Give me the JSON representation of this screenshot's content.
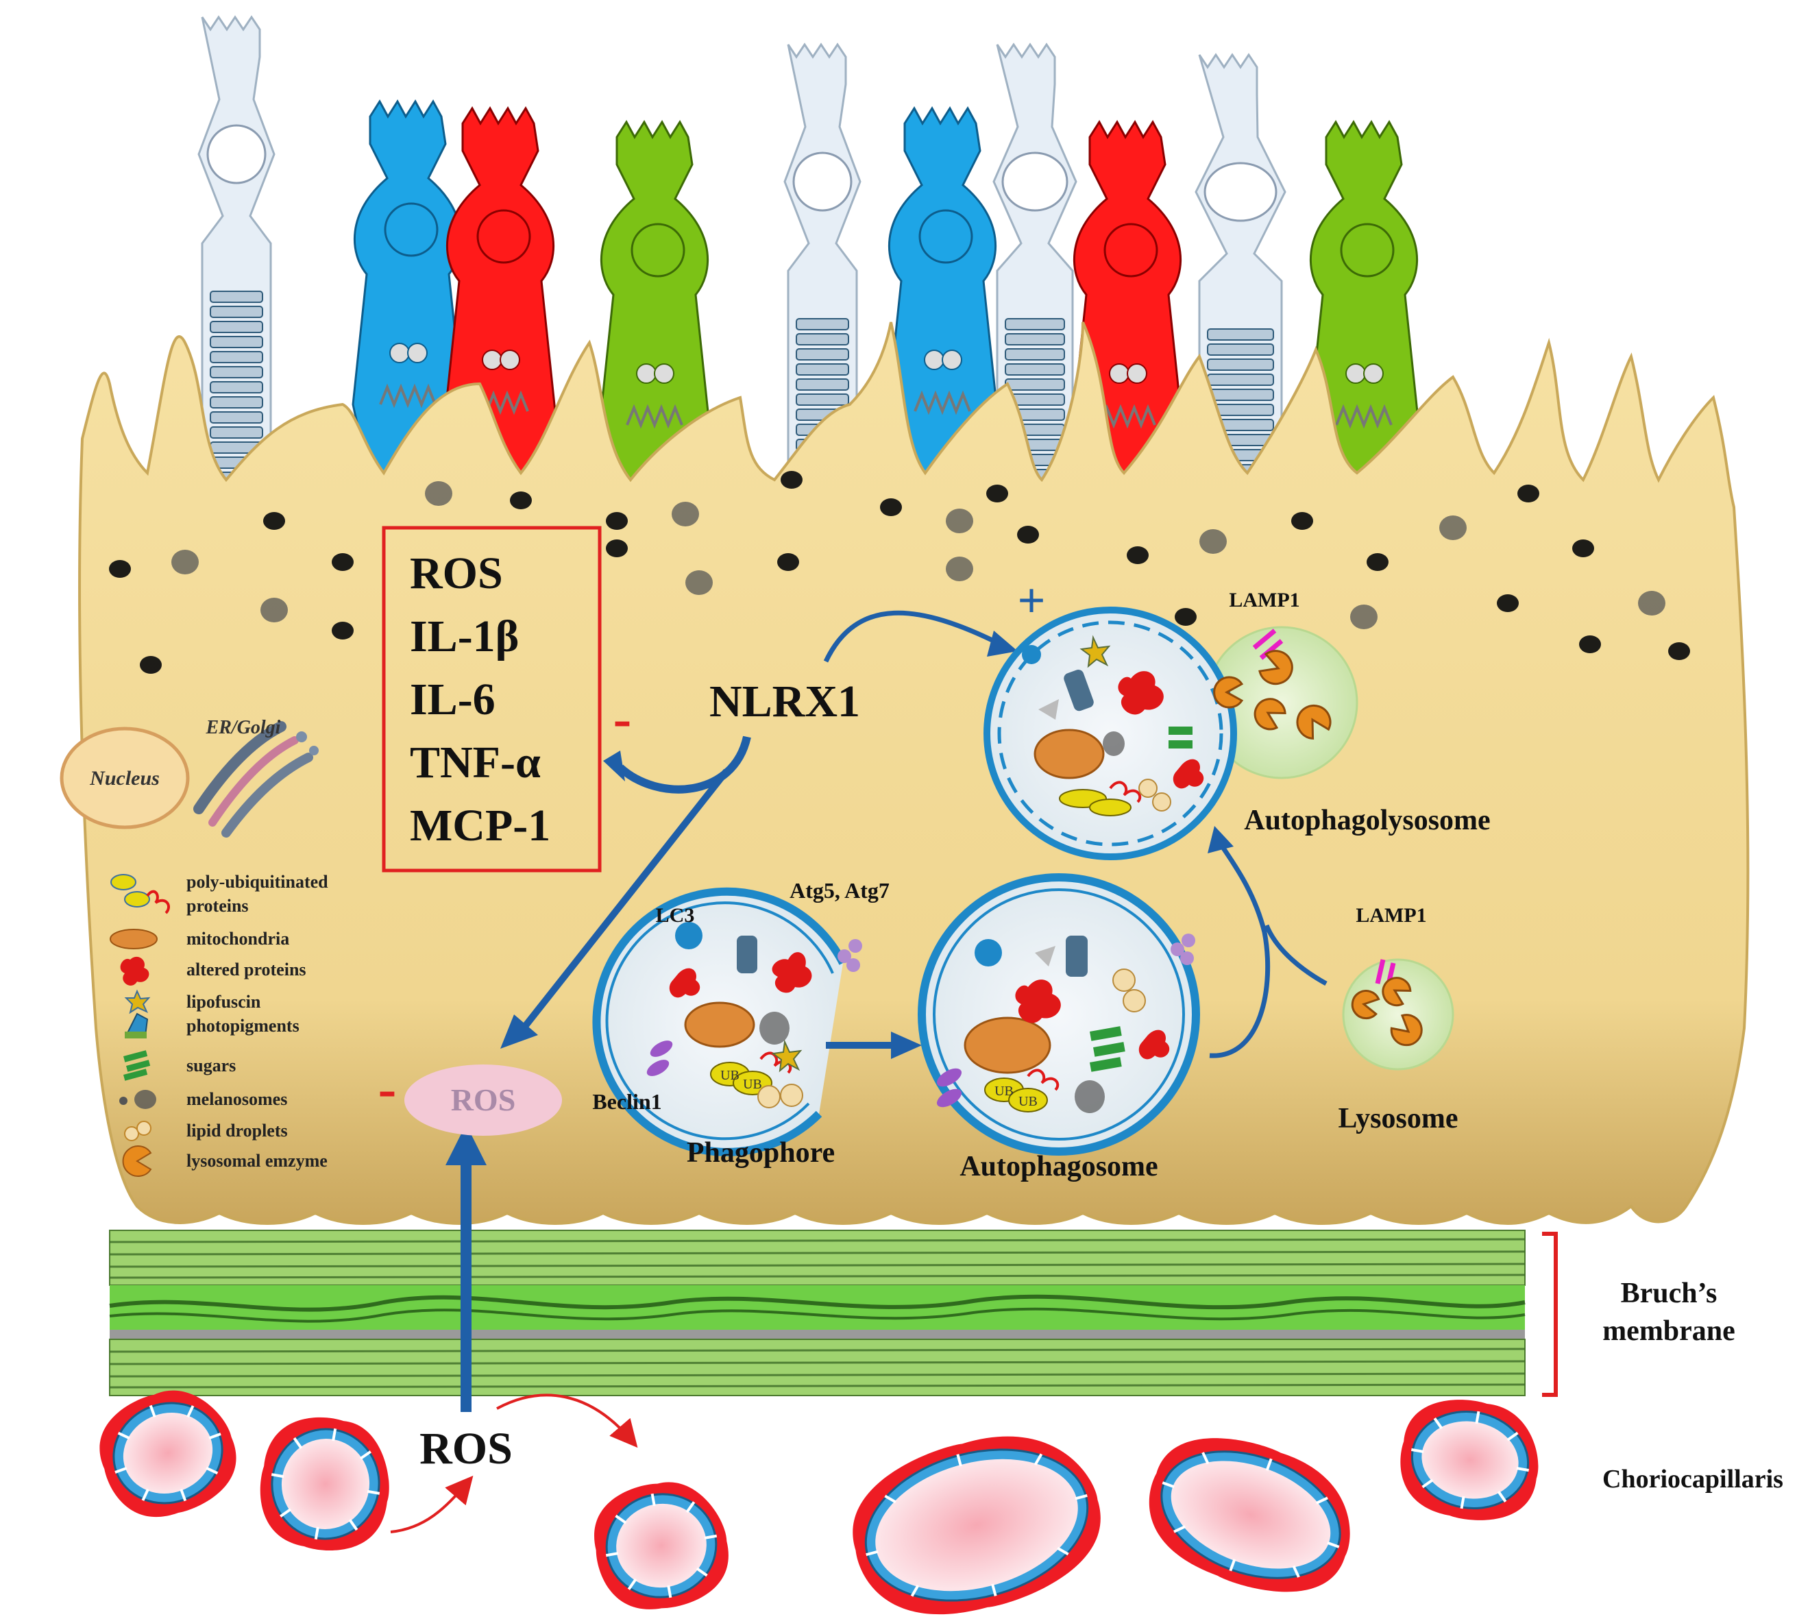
{
  "colors": {
    "cell_body": "#f0d690",
    "cell_edge": "#c9a85a",
    "rod": "#e6eef6",
    "cone_blue": "#1ea5e6",
    "cone_red": "#ff1a1a",
    "cone_green": "#7cc216",
    "membrane_green": "#6fcf46",
    "arrow_blue": "#1f5fa8",
    "inhibit_red": "#e02020",
    "ros_oval": "#f3c9d6",
    "lysosome": "#d8ecc0",
    "vessel_red": "#ee1c24",
    "vessel_blue": "#3aa2dd"
  },
  "labels": {
    "cytokine_box": [
      "ROS",
      "IL-1β",
      "IL-6",
      "TNF-α",
      "MCP-1"
    ],
    "nlrx1": "NLRX1",
    "minus_cytokines": "-",
    "minus_ros": "-",
    "plus": "+",
    "ros_inner": "ROS",
    "ros_outer": "ROS",
    "nucleus": "Nucleus",
    "er_golgi": "ER/Golgi",
    "lc3": "LC3",
    "atg": "Atg5, Atg7",
    "beclin": "Beclin1",
    "phagophore": "Phagophore",
    "autophagosome": "Autophagosome",
    "autophagolysosome": "Autophagolysosome",
    "lysosome": "Lysosome",
    "lamp1_top": "LAMP1",
    "lamp1_lys": "LAMP1",
    "bruch_line1": "Bruch’s",
    "bruch_line2": "membrane",
    "choriocapillaris": "Choriocapillaris",
    "ub": "UB"
  },
  "legend": [
    {
      "text": "poly-ubiquitinated",
      "icon": "ubiquitin-icon"
    },
    {
      "text": "proteins",
      "icon": ""
    },
    {
      "text": "mitochondria",
      "icon": "mitochondria-icon"
    },
    {
      "text": "altered proteins",
      "icon": "altered-protein-icon"
    },
    {
      "text": "lipofuscin",
      "icon": "lipofuscin-icon"
    },
    {
      "text": "photopigments",
      "icon": "photopigment-icon"
    },
    {
      "text": "sugars",
      "icon": "sugar-icon"
    },
    {
      "text": "melanosomes",
      "icon": "melanosome-icon"
    },
    {
      "text": "lipid droplets",
      "icon": "lipid-droplet-icon"
    },
    {
      "text": "lysosomal emzyme",
      "icon": "lysosomal-enzyme-icon"
    }
  ]
}
